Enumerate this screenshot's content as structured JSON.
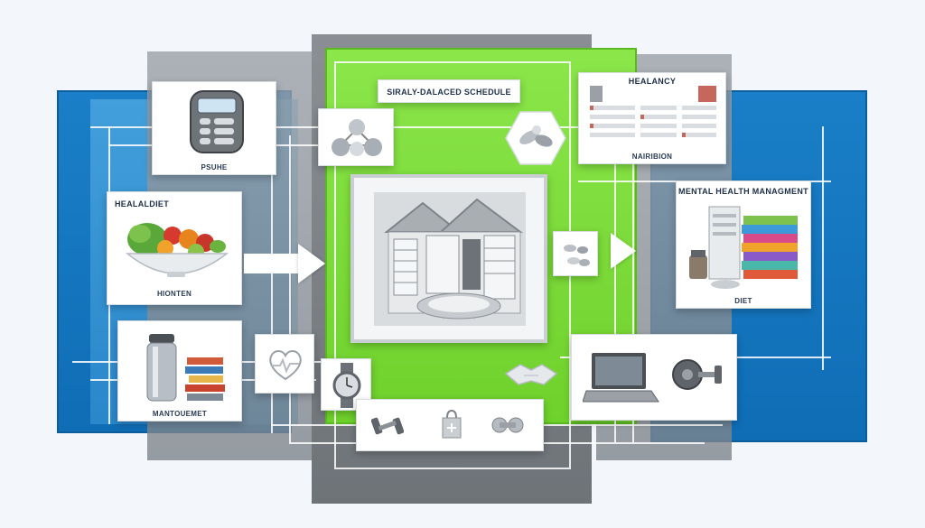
{
  "cards": {
    "phone_label": "PSUHE",
    "diet_title": "HEALALDIET",
    "diet_label": "HIONTEN",
    "storage_label": "MANTOUEMET",
    "schedule_title": "SIRALY-DALACED SCHEDULE",
    "nutrition_title": "HEALANCY",
    "nutrition_label": "NAIRIBION",
    "mental_title": "MENTAL HEALTH MANAGMENT",
    "mental_label": "DIET"
  },
  "colors": {
    "blue": "#1a7fc8",
    "green": "#7ddb3a",
    "gray": "#8b8f94"
  },
  "icons": {
    "phone": "calculator-phone-icon",
    "salad": "fruit-bowl-icon",
    "thermos": "thermos-icon",
    "books": "book-stack-icon",
    "nodes": "network-nodes-icon",
    "pills": "pills-icon",
    "house": "house-icon",
    "heart": "heart-pulse-icon",
    "watch": "wristwatch-icon",
    "dumbbell": "dumbbell-icon",
    "bag": "shopping-bag-icon",
    "handshake": "handshake-icon",
    "laptop": "laptop-icon",
    "weight": "weight-plate-icon"
  }
}
